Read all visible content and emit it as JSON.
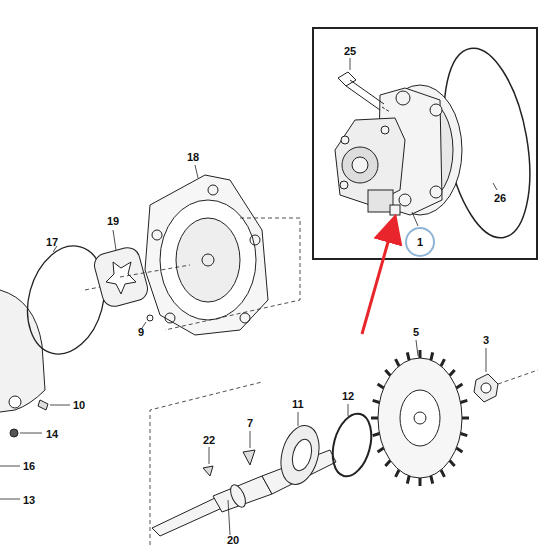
{
  "diagram": {
    "labels": [
      "25",
      "18",
      "26",
      "19",
      "17",
      "1",
      "9",
      "5",
      "3",
      "10",
      "12",
      "11",
      "14",
      "7",
      "22",
      "16",
      "13",
      "20"
    ]
  }
}
